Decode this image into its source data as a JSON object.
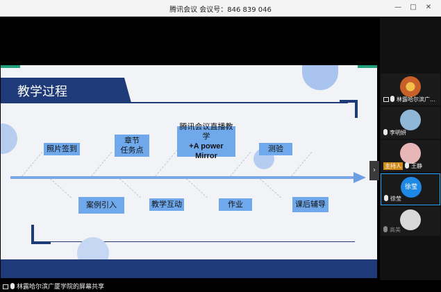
{
  "window": {
    "title": "腾讯会议 会议号：846 839 046"
  },
  "slide": {
    "heading": "教学过程",
    "nodes": {
      "n1": "照片签到",
      "n2": "章节\n任务点",
      "n3_line1": "腾讯会议直播教学",
      "n3_line2": "+A power Mirror",
      "n4": "测验",
      "n5": "案例引入",
      "n6": "教学互动",
      "n7": "作业",
      "n8": "课后辅导"
    }
  },
  "participants": [
    {
      "name": "林露哈尔滨广...",
      "avatar_color": "#c8602a",
      "screen": true
    },
    {
      "name": "李明妍",
      "avatar_color": "#8fb7d8"
    },
    {
      "name": "王静",
      "avatar_color": "#e7b7b7",
      "host": true,
      "host_label": "主持人"
    },
    {
      "name": "徐莹",
      "avatar_color": "#1e88e5",
      "avatar_text": "徐莹",
      "active": true
    },
    {
      "name": "高美",
      "avatar_color": "#d9d9d9"
    }
  ],
  "footer": {
    "share_text": "林露哈尔滨广厦学院的屏幕共享"
  },
  "colors": {
    "accent": "#1e3a78",
    "node": "#6fa9ec",
    "corner": "#1fa07a"
  }
}
